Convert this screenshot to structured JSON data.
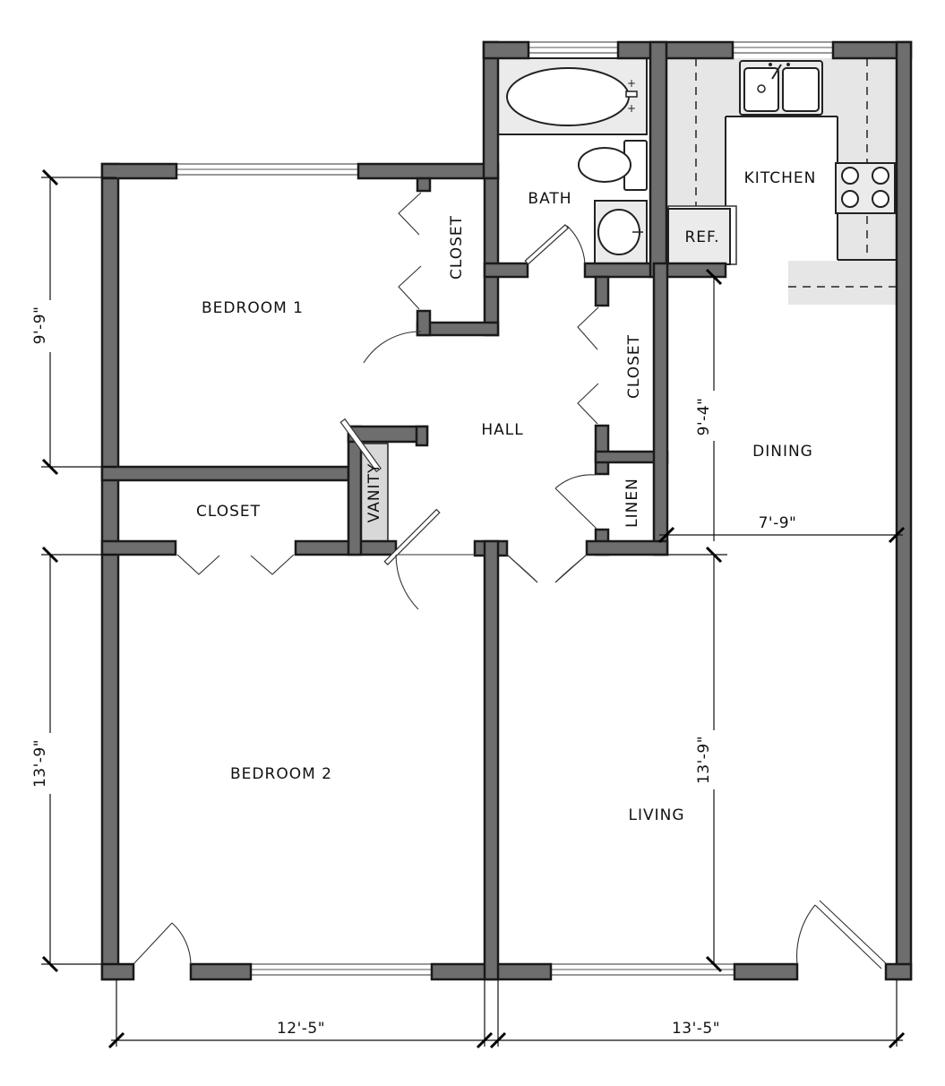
{
  "rooms": {
    "bedroom1": "BEDROOM 1",
    "bedroom2": "BEDROOM 2",
    "closet_bedroom1": "CLOSET",
    "closet_bedroom2": "CLOSET",
    "closet_hall": "CLOSET",
    "bath": "BATH",
    "hall": "HALL",
    "vanity": "VANITY",
    "linen": "LINEN",
    "kitchen": "KITCHEN",
    "refrigerator": "REF.",
    "dining": "DINING",
    "living": "LIVING"
  },
  "dimensions": {
    "bedroom1_depth": "9'-9\"",
    "bedroom2_depth": "13'-9\"",
    "bedroom2_width": "12'-5\"",
    "living_width": "13'-5\"",
    "living_depth": "13'-9\"",
    "dining_depth": "9'-4\"",
    "dining_width": "7'-9\""
  }
}
